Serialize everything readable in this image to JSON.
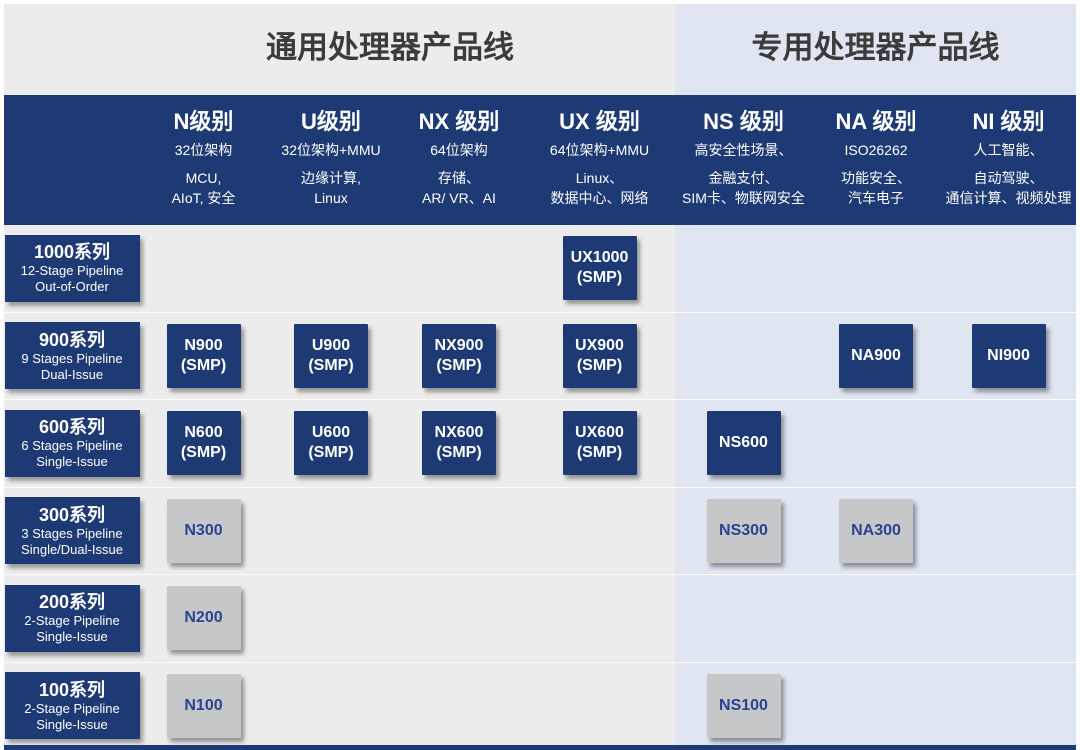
{
  "colors": {
    "navy": "#1e3a74",
    "bg_left_gray": "#ececed",
    "bg_right_blue": "#dfe6f1",
    "chip_gray": "#c6c7c8",
    "chip_gray_text": "#2a4391",
    "section_title_text": "#3b3b3b"
  },
  "sections": [
    {
      "id": "general",
      "title": "通用处理器产品线"
    },
    {
      "id": "special",
      "title": "专用处理器产品线"
    }
  ],
  "columns": [
    {
      "id": "N",
      "section": "general",
      "title": "N级别",
      "arch": "32位架构",
      "apps": [
        "MCU,",
        "AIoT, 安全"
      ]
    },
    {
      "id": "U",
      "section": "general",
      "title": "U级别",
      "arch": "32位架构+MMU",
      "apps": [
        "边缘计算,",
        "Linux"
      ]
    },
    {
      "id": "NX",
      "section": "general",
      "title": "NX 级别",
      "arch": "64位架构",
      "apps": [
        "存储、",
        "AR/ VR、AI"
      ]
    },
    {
      "id": "UX",
      "section": "general",
      "title": "UX 级别",
      "arch": "64位架构+MMU",
      "apps": [
        "Linux、",
        "数据中心、网络"
      ]
    },
    {
      "id": "NS",
      "section": "special",
      "title": "NS 级别",
      "arch": "高安全性场景、",
      "apps": [
        "金融支付、",
        "SIM卡、物联网安全"
      ]
    },
    {
      "id": "NA",
      "section": "special",
      "title": "NA 级别",
      "arch": "ISO26262",
      "apps": [
        "功能安全、",
        "汽车电子"
      ]
    },
    {
      "id": "NI",
      "section": "special",
      "title": "NI 级别",
      "arch": "人工智能、",
      "apps": [
        "自动驾驶、",
        "通信计算、视频处理"
      ]
    }
  ],
  "rows": [
    {
      "series": "1000系列",
      "pipeline": "12-Stage Pipeline",
      "issue": "Out-of-Order",
      "chips": {
        "UX": {
          "label": "UX1000",
          "sub": "(SMP)",
          "variant": "navy"
        }
      }
    },
    {
      "series": "900系列",
      "pipeline": "9 Stages Pipeline",
      "issue": "Dual-Issue",
      "chips": {
        "N": {
          "label": "N900",
          "sub": "(SMP)",
          "variant": "navy"
        },
        "U": {
          "label": "U900",
          "sub": "(SMP)",
          "variant": "navy"
        },
        "NX": {
          "label": "NX900",
          "sub": "(SMP)",
          "variant": "navy"
        },
        "UX": {
          "label": "UX900",
          "sub": "(SMP)",
          "variant": "navy"
        },
        "NA": {
          "label": "NA900",
          "variant": "navy"
        },
        "NI": {
          "label": "NI900",
          "variant": "navy"
        }
      }
    },
    {
      "series": "600系列",
      "pipeline": "6 Stages Pipeline",
      "issue": "Single-Issue",
      "chips": {
        "N": {
          "label": "N600",
          "sub": "(SMP)",
          "variant": "navy"
        },
        "U": {
          "label": "U600",
          "sub": "(SMP)",
          "variant": "navy"
        },
        "NX": {
          "label": "NX600",
          "sub": "(SMP)",
          "variant": "navy"
        },
        "UX": {
          "label": "UX600",
          "sub": "(SMP)",
          "variant": "navy"
        },
        "NS": {
          "label": "NS600",
          "variant": "navy"
        }
      }
    },
    {
      "series": "300系列",
      "pipeline": "3 Stages Pipeline",
      "issue": "Single/Dual-Issue",
      "chips": {
        "N": {
          "label": "N300",
          "variant": "gray"
        },
        "NS": {
          "label": "NS300",
          "variant": "gray"
        },
        "NA": {
          "label": "NA300",
          "variant": "gray"
        }
      }
    },
    {
      "series": "200系列",
      "pipeline": "2-Stage Pipeline",
      "issue": "Single-Issue",
      "chips": {
        "N": {
          "label": "N200",
          "variant": "gray"
        }
      }
    },
    {
      "series": "100系列",
      "pipeline": "2-Stage Pipeline",
      "issue": "Single-Issue",
      "chips": {
        "N": {
          "label": "N100",
          "variant": "gray"
        },
        "NS": {
          "label": "NS100",
          "variant": "gray"
        }
      }
    }
  ]
}
